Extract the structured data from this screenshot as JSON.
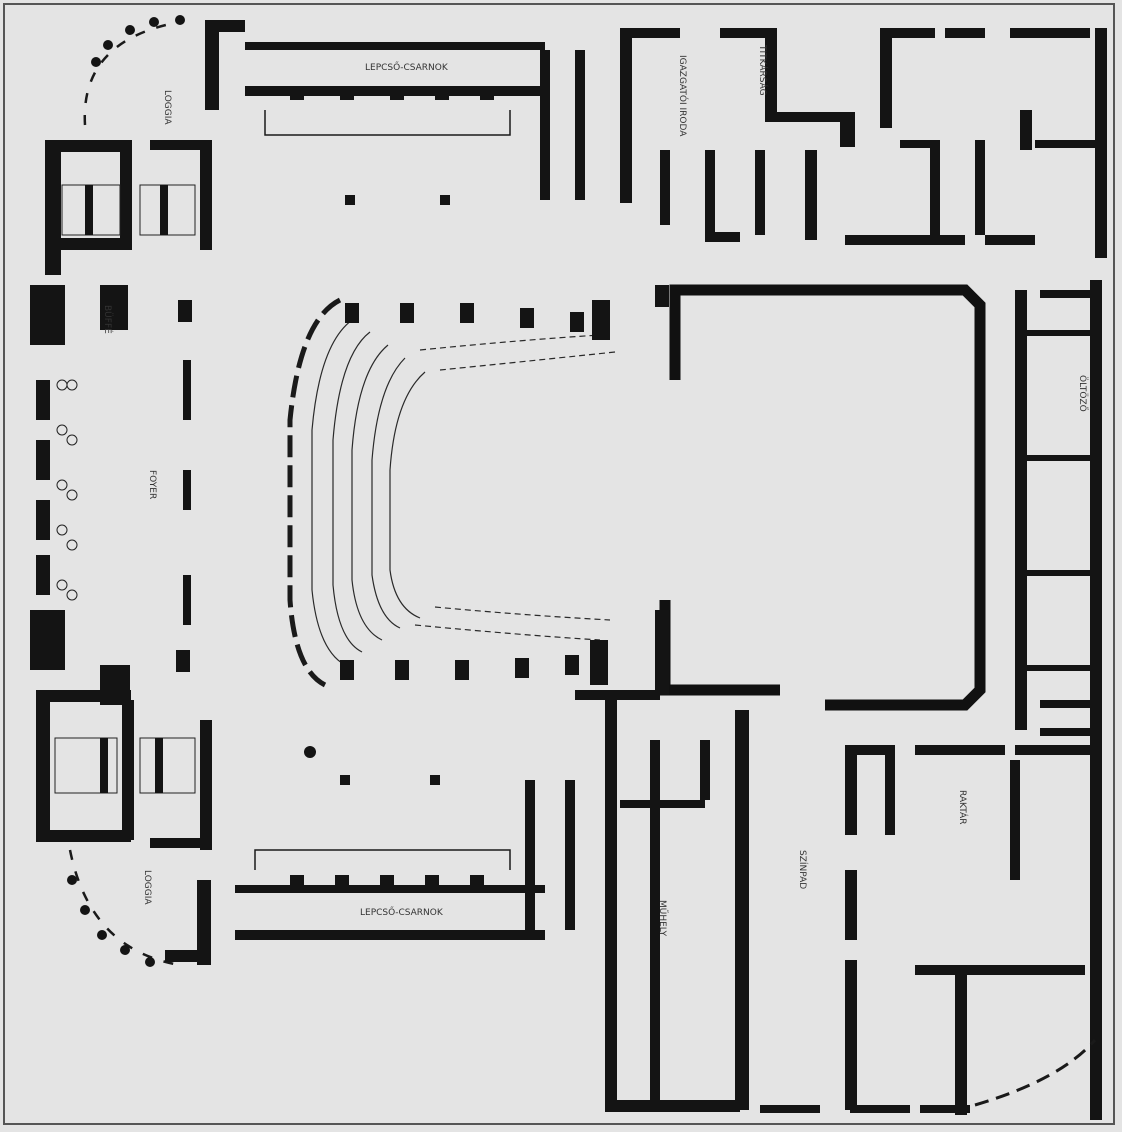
{
  "plan": {
    "room_labels": [
      {
        "id": "loggia-north",
        "text": "LOGGIA"
      },
      {
        "id": "loggia-south",
        "text": "LOGGIA"
      },
      {
        "id": "corridor-north",
        "text": "LEPCSŐ-CSARNOK"
      },
      {
        "id": "corridor-south",
        "text": "LEPCSŐ-CSARNOK"
      },
      {
        "id": "buffet",
        "text": "BÜFFÉ"
      },
      {
        "id": "foyer",
        "text": "FOYER"
      },
      {
        "id": "stage",
        "text": "SZÍNPAD"
      },
      {
        "id": "office-1",
        "text": "IGAZGATÓI IRODA"
      },
      {
        "id": "office-2",
        "text": "TITKÁRSÁG"
      },
      {
        "id": "dressing",
        "text": "ÖLTÖZŐ"
      },
      {
        "id": "store",
        "text": "RAKTÁR"
      },
      {
        "id": "workshop",
        "text": "MŰHELY"
      }
    ],
    "colors": {
      "paper": "#e4e4e4",
      "ink": "#141414"
    }
  }
}
